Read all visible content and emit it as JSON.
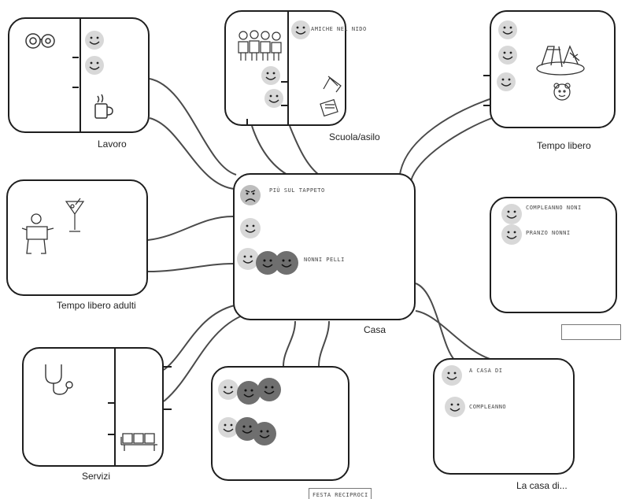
{
  "nodes": {
    "lavoro": {
      "label": "Lavoro"
    },
    "scuola": {
      "label": "Scuola/asilo",
      "scrawl": "AMICHE NEL NIDO"
    },
    "tempo_libero": {
      "label": "Tempo libero"
    },
    "tempo_libero_adulti": {
      "label": "Tempo libero adulti"
    },
    "casa": {
      "label": "Casa",
      "scrawl_top": "PIÙ SUL TAPPETO",
      "scrawl_bottom": "NONNI PELLI"
    },
    "parenti": {
      "scrawl_1": "COMPLEANNO NONI",
      "scrawl_2": "PRANZO NONNI"
    },
    "servizi": {
      "label": "Servizi"
    },
    "feste": {
      "scrawl": "FESTA  RECIPROCI"
    },
    "la_casa_di": {
      "label": "La casa di...",
      "scrawl_1": "A CASA DI",
      "scrawl_2": "COMPLEANNO"
    }
  },
  "colors": {
    "line": "#4a4a4a",
    "box_border": "#1e1e1e",
    "smiley_light": "#d8d8d8",
    "smiley_dark": "#6f6f6f",
    "smiley_frown": "#bdbdbd"
  },
  "icons": [
    "glasses-icon",
    "coffee-mug-icon",
    "children-group-icon",
    "school-supplies-icon",
    "playground-icon",
    "toy-icon",
    "adult-person-icon",
    "cocktail-glass-icon",
    "stethoscope-icon",
    "waiting-chairs-icon"
  ]
}
